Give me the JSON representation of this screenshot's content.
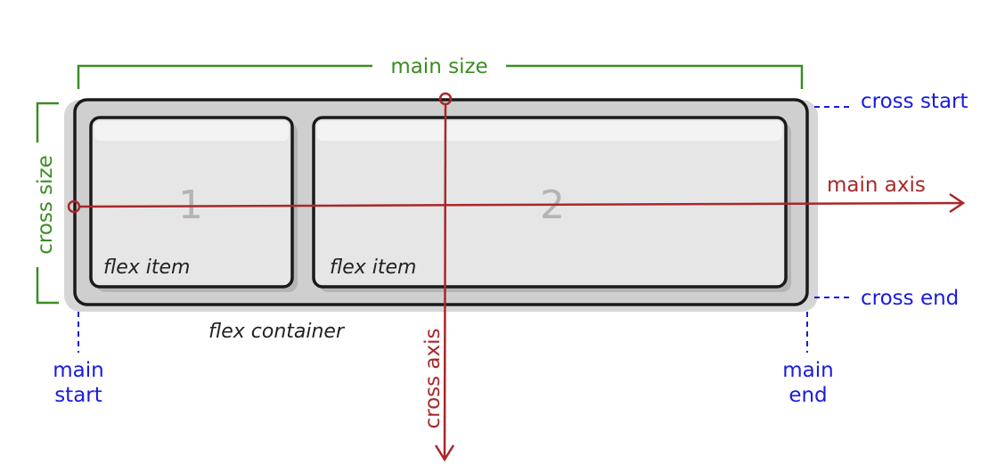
{
  "colors": {
    "size": "#3c8c22",
    "axis": "#a8282a",
    "edge": "#1a1ae0",
    "container": "#cfcfcf",
    "item": "#e6e6e6"
  },
  "labels": {
    "main_size": "main size",
    "cross_size": "cross size",
    "main_axis": "main axis",
    "cross_axis": "cross axis",
    "cross_start": "cross start",
    "cross_end": "cross end",
    "main_start_1": "main",
    "main_start_2": "start",
    "main_end_1": "main",
    "main_end_2": "end",
    "flex_container": "flex container"
  },
  "items": [
    {
      "number": "1",
      "label": "flex item"
    },
    {
      "number": "2",
      "label": "flex item"
    }
  ]
}
